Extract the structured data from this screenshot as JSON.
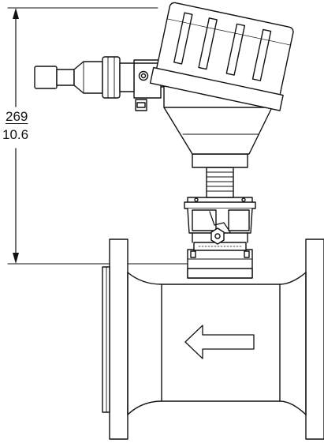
{
  "drawing": {
    "dimension": {
      "value_mm": "269",
      "value_in": "10.6"
    },
    "flow_direction": "left",
    "colors": {
      "stroke": "#111111",
      "background": "#ffffff",
      "shade": "#dcdcdc"
    }
  }
}
